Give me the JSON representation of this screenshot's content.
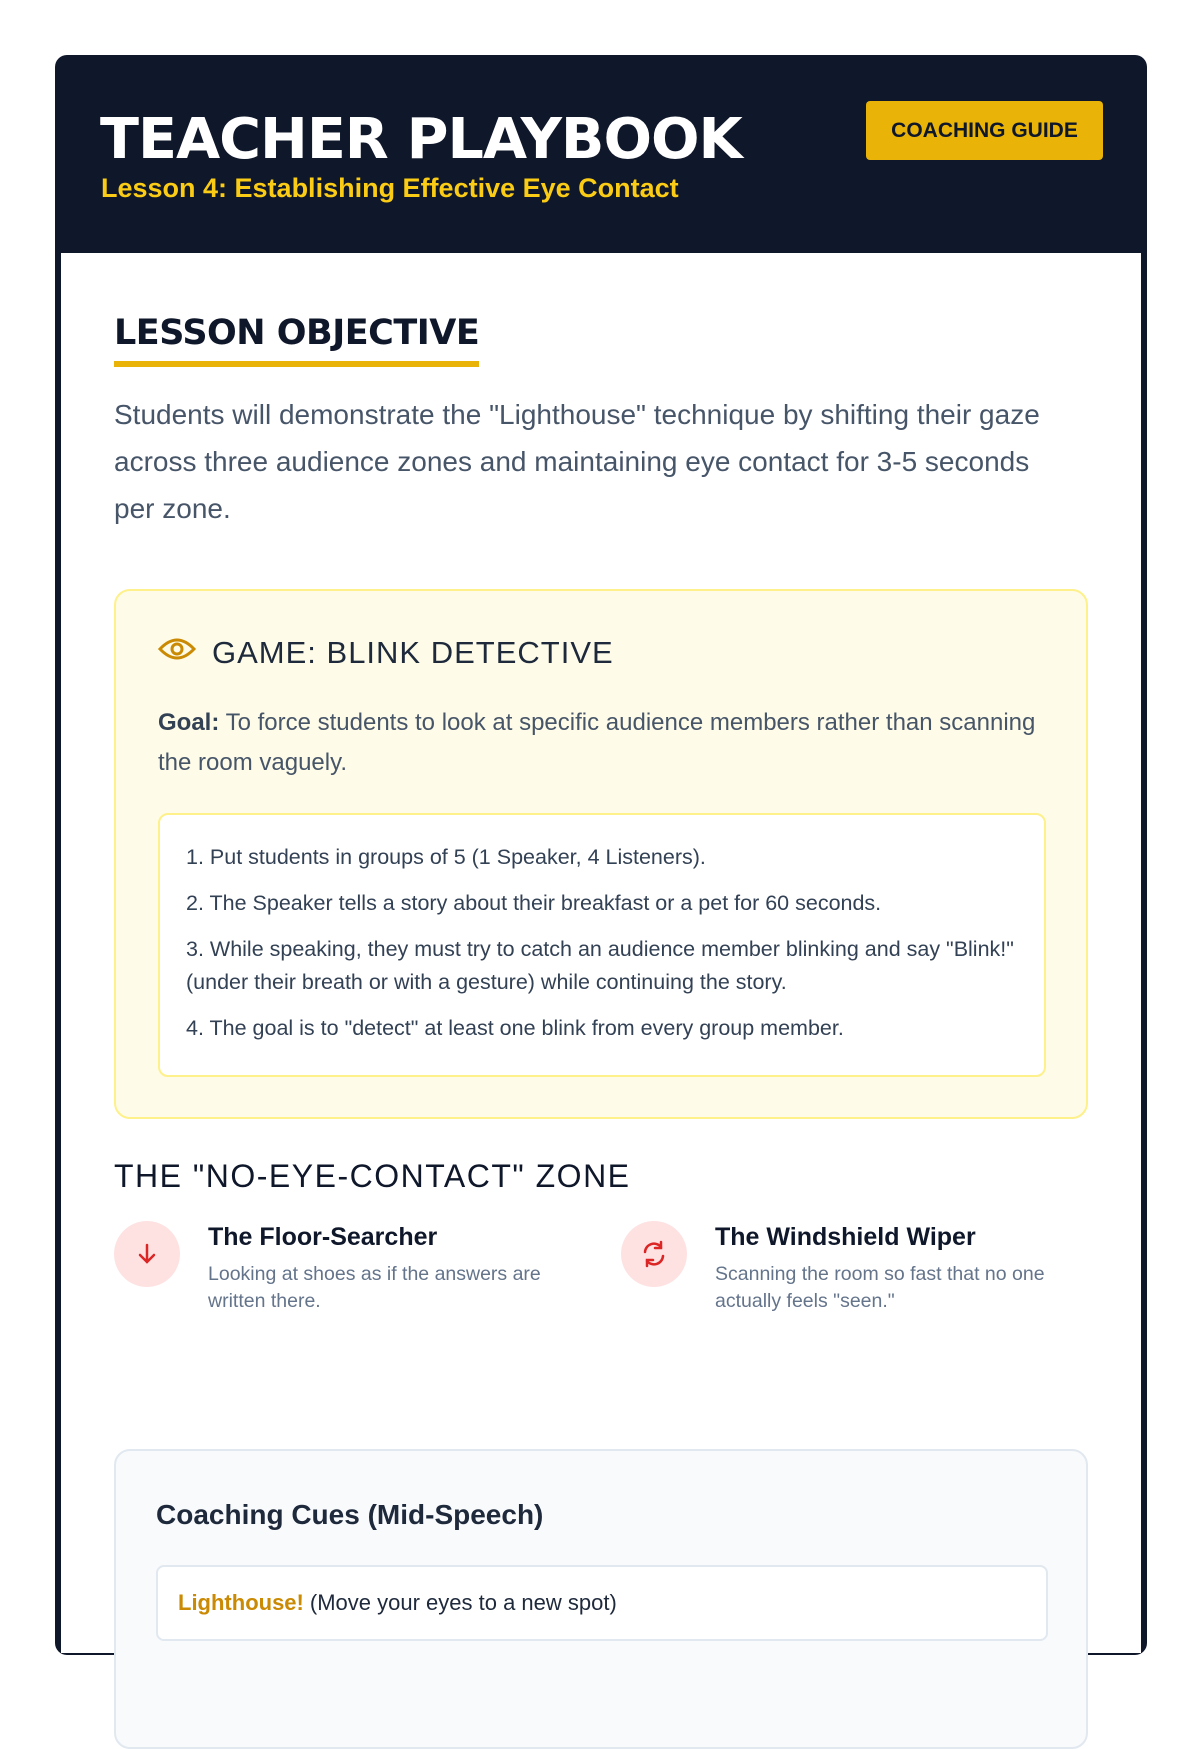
{
  "header": {
    "title": "TEACHER PLAYBOOK",
    "subtitle": "Lesson 4: Establishing Effective Eye Contact",
    "badge": "COACHING GUIDE"
  },
  "objective": {
    "title": "LESSON OBJECTIVE",
    "text": "Students will demonstrate the \"Lighthouse\" technique by shifting their gaze across three audience zones and maintaining eye contact for 3-5 seconds per zone."
  },
  "game": {
    "icon": "eye-icon",
    "title": "GAME: BLINK DETECTIVE",
    "goal_label": "Goal:",
    "goal_text": " To force students to look at specific audience members rather than scanning the room vaguely.",
    "steps": [
      "1. Put students in groups of 5 (1 Speaker, 4 Listeners).",
      "2. The Speaker tells a story about their breakfast or a pet for 60 seconds.",
      "3. While speaking, they must try to catch an audience member blinking and say \"Blink!\" (under their breath or with a gesture) while continuing the story.",
      "4. The goal is to \"detect\" at least one blink from every group member."
    ]
  },
  "zone": {
    "title": "THE \"NO-EYE-CONTACT\" ZONE",
    "items": [
      {
        "icon": "arrow-down-icon",
        "title": "The Floor-Searcher",
        "desc": "Looking at shoes as if the answers are written there."
      },
      {
        "icon": "refresh-icon",
        "title": "The Windshield Wiper",
        "desc": "Scanning the room so fast that no one actually feels \"seen.\""
      }
    ]
  },
  "coaching": {
    "title": "Coaching Cues (Mid-Speech)",
    "cues": [
      {
        "keyword": "Lighthouse!",
        "text": "(Move your eyes to a new spot)"
      }
    ]
  },
  "colors": {
    "navy": "#0f172a",
    "accent": "#eab308",
    "danger": "#dc2626"
  }
}
